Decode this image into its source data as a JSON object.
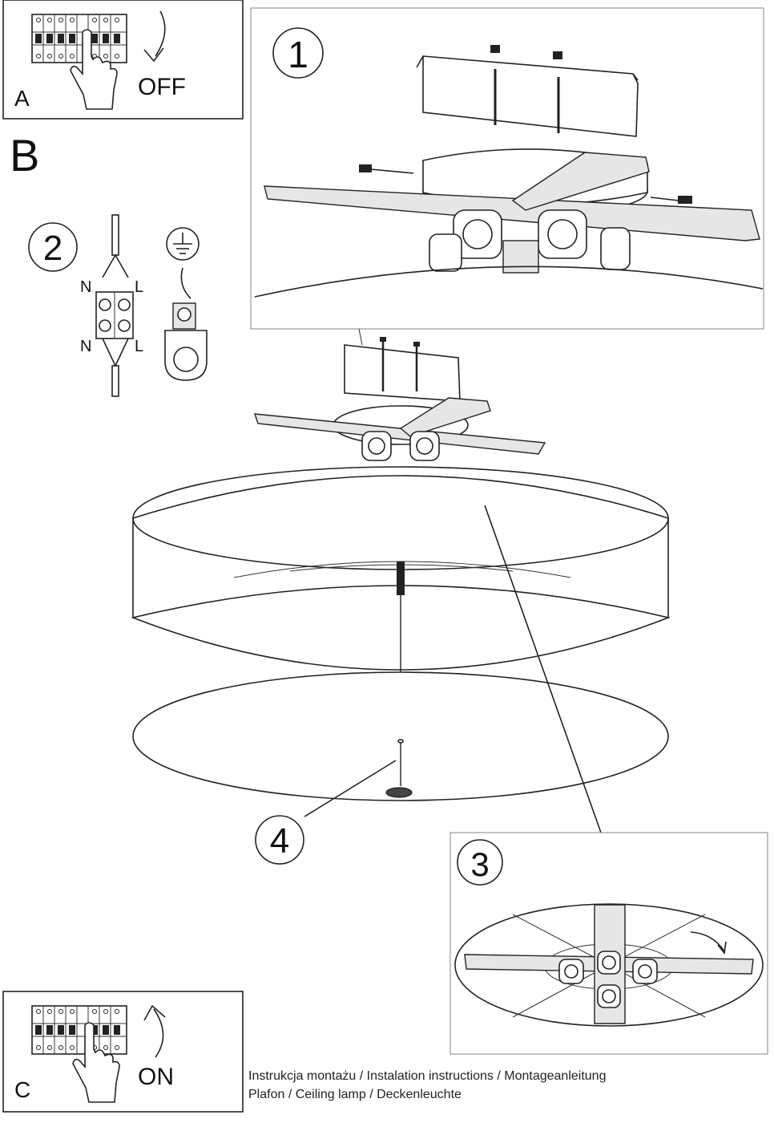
{
  "panels": {
    "A": {
      "letter": "A",
      "action": "OFF"
    },
    "B": {
      "letter": "B"
    },
    "C": {
      "letter": "C",
      "action": "ON"
    }
  },
  "steps": {
    "step1": "1",
    "step2": "2",
    "step3": "3",
    "step4": "4"
  },
  "wiring": {
    "neutral_top": "N",
    "live_top": "L",
    "neutral_bottom": "N",
    "live_bottom": "L"
  },
  "captions": {
    "line1": "Instrukcja montażu / Instalation instructions / Montageanleitung",
    "line2": "Plafon / Ceiling lamp / Deckenleuchte"
  },
  "icons": {
    "breaker": "circuit-breaker-icon",
    "hand": "hand-icon",
    "ground": "ground-symbol-icon"
  }
}
